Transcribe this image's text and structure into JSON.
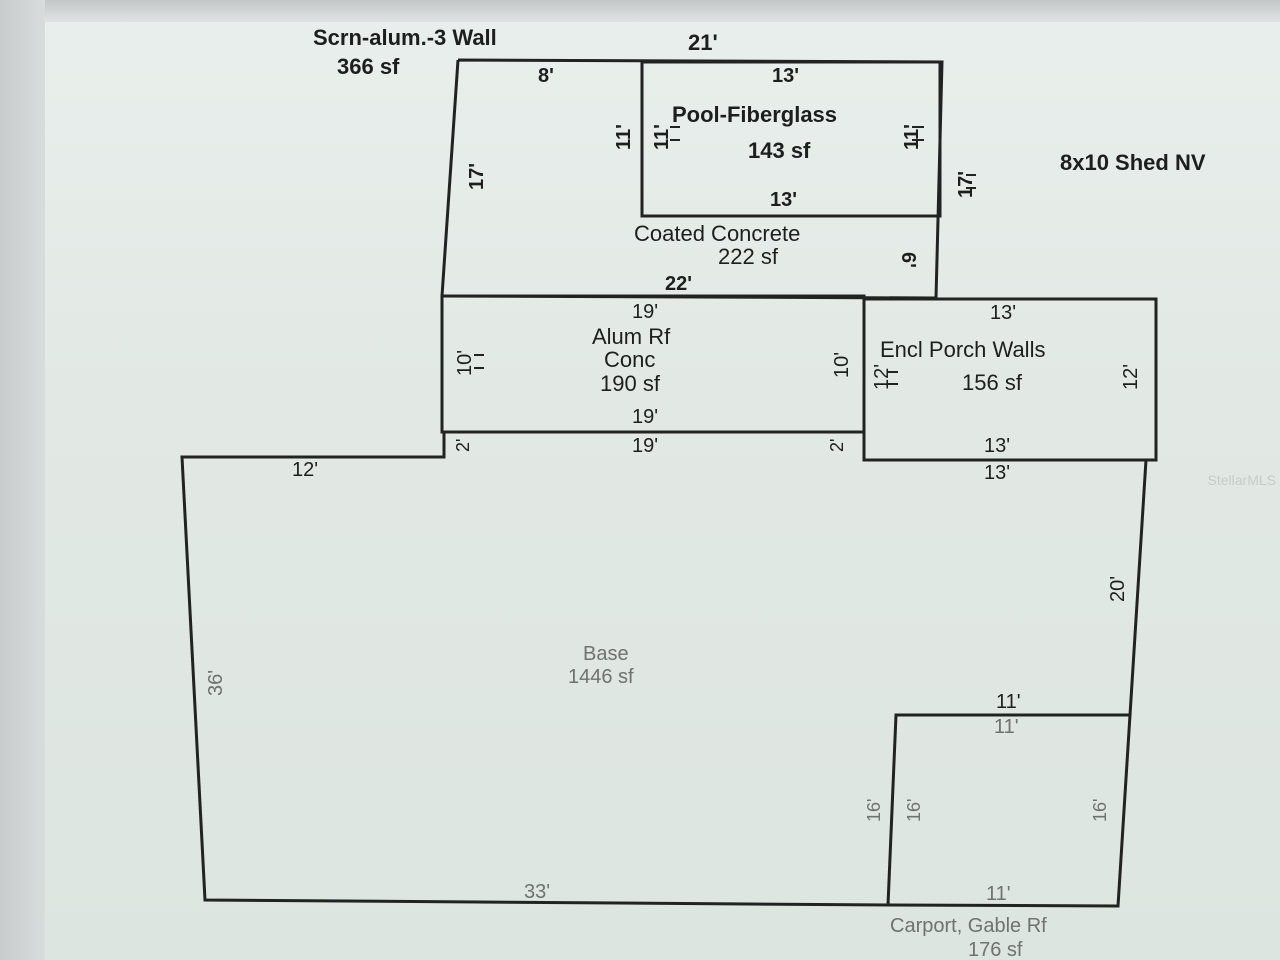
{
  "sketch": {
    "scrn_area": {
      "name": "Scrn-alum.-3 Wall",
      "area": "366 sf"
    },
    "top_dim": "21'",
    "shed": "8x10 Shed NV",
    "pool": {
      "name": "Pool-Fiberglass",
      "area": "143 sf"
    },
    "concrete": {
      "name": "Coated Concrete",
      "area": "222 sf"
    },
    "alum": {
      "name1": "Alum Rf",
      "name2": "Conc",
      "area": "190 sf"
    },
    "porch": {
      "name": "Encl Porch Walls",
      "area": "156 sf"
    },
    "base": {
      "name": "Base",
      "area": "1446 sf"
    },
    "carport": {
      "name": "Carport, Gable Rf",
      "area": "176 sf"
    },
    "dims": {
      "d8": "8'",
      "d13": "13'",
      "d11": "11'",
      "d17": "17'",
      "d6": "6'",
      "d22": "22'",
      "d19": "19'",
      "d10": "10'",
      "d12": "12'",
      "d2": "2'",
      "d20": "20'",
      "d36": "36'",
      "d16": "16'",
      "d33": "33'"
    }
  },
  "watermark": "StellarMLS"
}
